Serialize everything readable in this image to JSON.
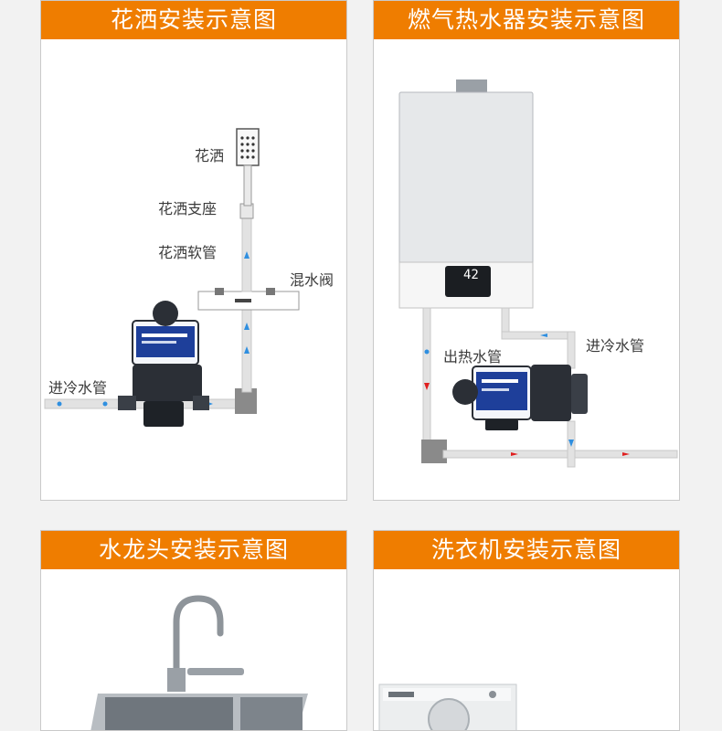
{
  "panels": {
    "shower": {
      "title": "花洒安装示意图",
      "labels": {
        "shower_head": "花洒",
        "shower_bracket": "花洒支座",
        "shower_hose": "花洒软管",
        "mixing_valve": "混水阀",
        "cold_inlet": "进冷水管"
      }
    },
    "water_heater": {
      "title": "燃气热水器安装示意图",
      "display_reading": "42",
      "labels": {
        "hot_outlet": "出热水管",
        "cold_inlet": "进冷水管"
      }
    },
    "faucet": {
      "title": "水龙头安装示意图"
    },
    "washer": {
      "title": "洗衣机安装示意图"
    }
  },
  "colors": {
    "header": "#ef7d00",
    "pipe": "#d8d8d8",
    "cold_flow": "#2f8fe0",
    "hot_flow": "#e02020",
    "pump_body": "#2b2f36",
    "pump_label": "#1e3f9a"
  }
}
